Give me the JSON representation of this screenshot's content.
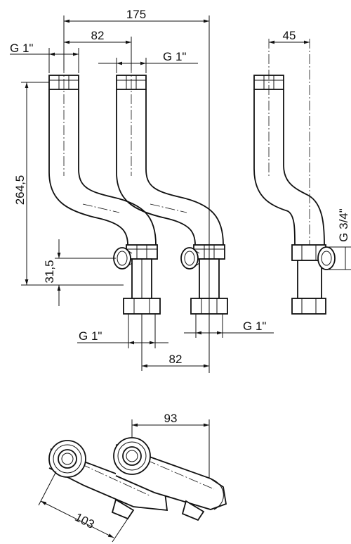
{
  "dimensions": {
    "overall_width": "175",
    "pipe_spacing_top": "82",
    "pipe_spacing_bottom": "82",
    "side_offset": "45",
    "height_total": "264,5",
    "height_lower": "31,5",
    "iso_spacing": "93",
    "iso_length": "103"
  },
  "threads": {
    "top_left": "G 1\"",
    "top_right": "G 1\"",
    "bottom_left": "G 1\"",
    "bottom_right": "G 1\"",
    "side_port": "G 3/4\""
  }
}
